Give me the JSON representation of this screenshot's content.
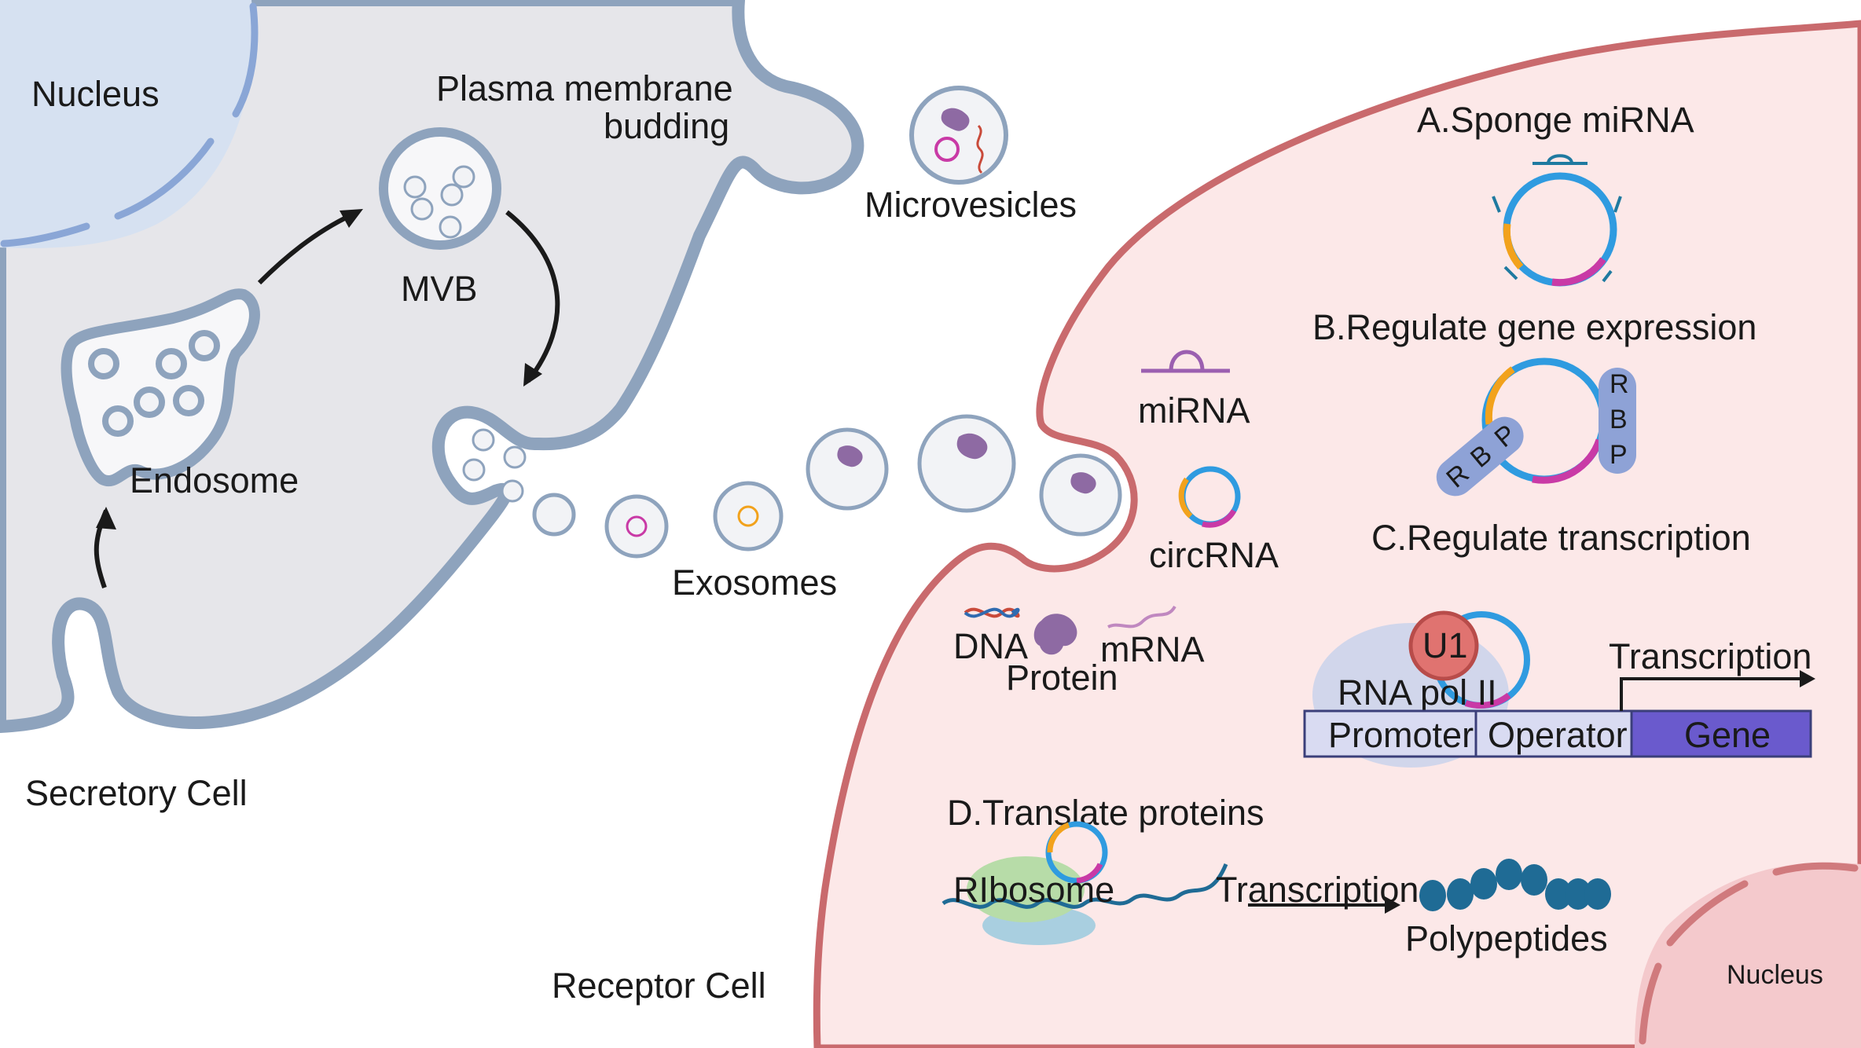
{
  "labels": {
    "nucleus_left": "Nucleus",
    "plasma_membrane_line1": "Plasma membrane",
    "plasma_membrane_line2": "budding",
    "mvb": "MVB",
    "microvesicles": "Microvesicles",
    "endosome": "Endosome",
    "exosomes": "Exosomes",
    "secretory_cell": "Secretory Cell",
    "receptor_cell": "Receptor Cell",
    "mirna": "miRNA",
    "circrna": "circRNA",
    "dna": "DNA",
    "protein": "Protein",
    "mrna": "mRNA",
    "nucleus_right": "Nucleus"
  },
  "mechanisms": {
    "a": "A.Sponge miRNA",
    "b": "B.Regulate gene expression",
    "c": "C.Regulate transcription",
    "d": "D.Translate proteins"
  },
  "rbp_letters": [
    "R",
    "B",
    "P"
  ],
  "transcription_panel": {
    "u1": "U1",
    "rna_pol": "RNA pol II",
    "transcription": "Transcription",
    "promoter": "Promoter",
    "operator": "Operator",
    "gene": "Gene"
  },
  "translation_panel": {
    "ribosome": "RIbosome",
    "transcription": "Transcription",
    "polypeptides": "Polypeptides"
  },
  "colors": {
    "secretory_cytoplasm": "#e6e6ea",
    "secretory_membrane": "#8ea3bd",
    "receptor_cytoplasm": "#fce8e8",
    "receptor_membrane": "#c96a6d",
    "nucleus_fill": "#d6e1f1",
    "circ_blue": "#2f9be0",
    "circ_magenta": "#c93aa6",
    "circ_orange": "#f2a21c",
    "gene_box": "#6a5acd",
    "polypeptide": "#1f6b95"
  }
}
